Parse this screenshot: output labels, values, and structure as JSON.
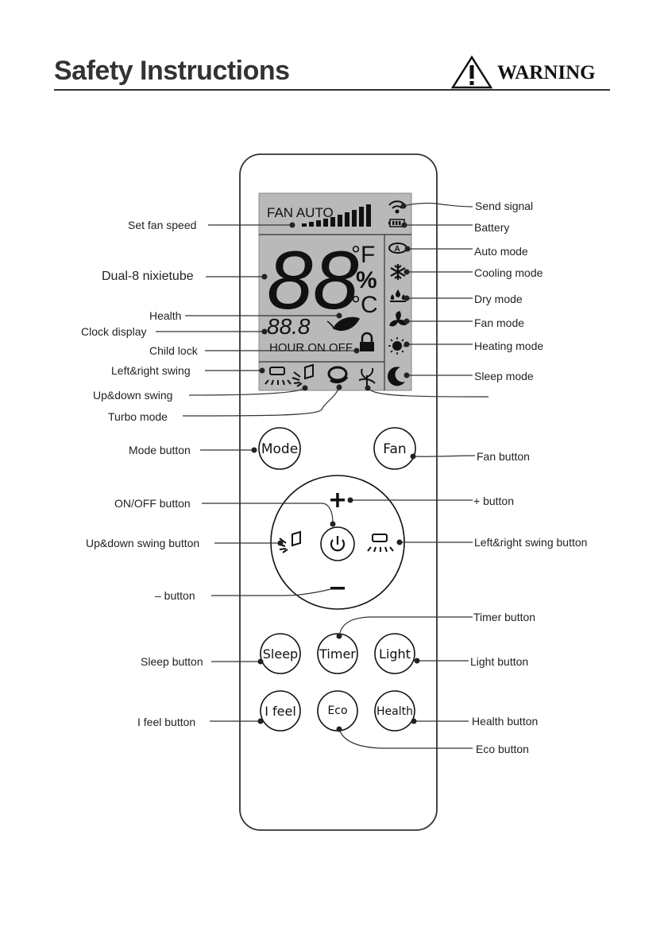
{
  "header": {
    "title": "Safety Instructions",
    "warning": "WARNING"
  },
  "lcd": {
    "fan_auto": "FAN AUTO",
    "digits": "88",
    "unit_f": "°F",
    "unit_pct": "%",
    "unit_c": "°C",
    "clock": "88.8",
    "hour_on_off": "HOUR ON OFF"
  },
  "buttons": {
    "mode": "Mode",
    "fan": "Fan",
    "sleep": "Sleep",
    "timer": "Timer",
    "light": "Light",
    "ifeel": "I feel",
    "eco": "Eco",
    "health": "Health"
  },
  "labels_left": {
    "set_fan_speed": "Set fan speed",
    "dual_8": "Dual-8 nixietube",
    "health": "Health",
    "clock_display": "Clock display",
    "child_lock": "Child lock",
    "left_right_swing": "Left&right swing",
    "up_down_swing": "Up&down swing",
    "turbo_mode": "Turbo mode",
    "mode_button": "Mode button",
    "on_off_button": "ON/OFF button",
    "up_down_swing_button": "Up&down swing button",
    "minus_button": "– button",
    "sleep_button": "Sleep button",
    "ifeel_button": "I feel button"
  },
  "labels_right": {
    "send_signal": "Send signal",
    "battery": "Battery",
    "auto_mode": "Auto mode",
    "cooling_mode": "Cooling mode",
    "dry_mode": "Dry mode",
    "fan_mode": "Fan mode",
    "heating_mode": "Heating mode",
    "sleep_mode": "Sleep mode",
    "fan_button": "Fan button",
    "plus_button": "+ button",
    "left_right_swing_button": "Left&right swing button",
    "timer_button": "Timer button",
    "light_button": "Light button",
    "health_button": "Health button",
    "eco_button": "Eco button"
  }
}
